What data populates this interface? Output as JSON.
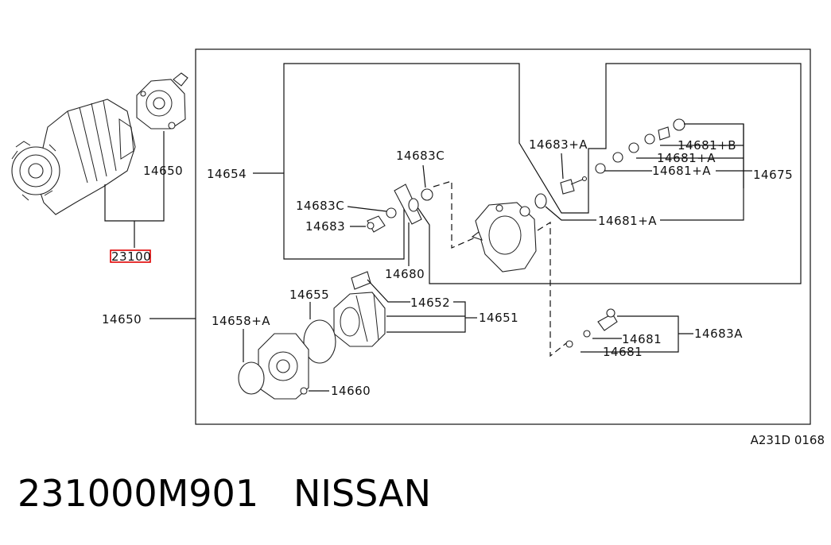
{
  "diagram": {
    "labels": {
      "n23100": "23100",
      "n14650_top": "14650",
      "n14650_left": "14650",
      "n14654": "14654",
      "n14683C_a": "14683C",
      "n14683C_b": "14683C",
      "n14683": "14683",
      "n14680": "14680",
      "n14683A_plus": "14683+A",
      "n14681B": "14681+B",
      "n14681A_1": "14681+A",
      "n14681A_2": "14681+A",
      "n14681A_3": "14681+A",
      "n14675": "14675",
      "n14655": "14655",
      "n14652": "14652",
      "n14651": "14651",
      "n14658A": "14658+A",
      "n14660": "14660",
      "n14681_1": "14681",
      "n14681_2": "14681",
      "n14683A": "14683A"
    },
    "diagram_code": "A231D 0168"
  },
  "footer": {
    "text": "231000M901   NISSAN"
  }
}
